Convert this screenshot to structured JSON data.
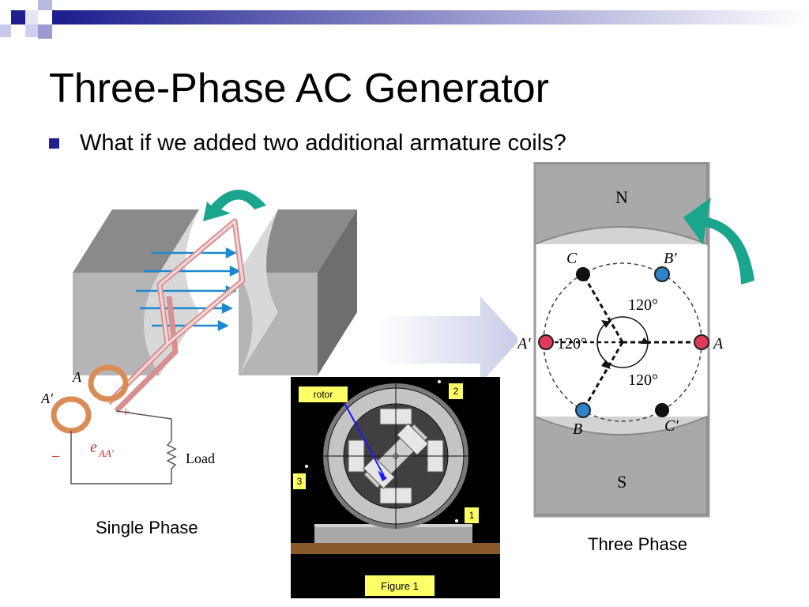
{
  "slide": {
    "title": "Three-Phase AC Generator",
    "bullet": "What if we added two additional armature coils?",
    "colors": {
      "accent_bar": "#1f1f8f",
      "bullet": "#1f1f8f",
      "arrow_green": "#1aa58d"
    }
  },
  "single_phase_figure": {
    "caption": "Single Phase",
    "labels": {
      "a": "A",
      "a_prime": "A′",
      "plus": "+",
      "minus": "−",
      "emf": "e",
      "emf_sub": "AA′",
      "load": "Load"
    }
  },
  "animation_figure": {
    "rotor_label": "rotor",
    "num_1": "1",
    "num_2": "2",
    "num_3": "3",
    "caption": "Figure 1"
  },
  "three_phase_figure": {
    "caption": "Three Phase",
    "labels": {
      "n": "N",
      "s": "S",
      "a": "A",
      "a_prime": "A′",
      "b": "B",
      "b_prime": "B′",
      "c": "C",
      "c_prime": "C′",
      "angle_1": "120°",
      "angle_2": "120°",
      "angle_3": "120°"
    }
  }
}
